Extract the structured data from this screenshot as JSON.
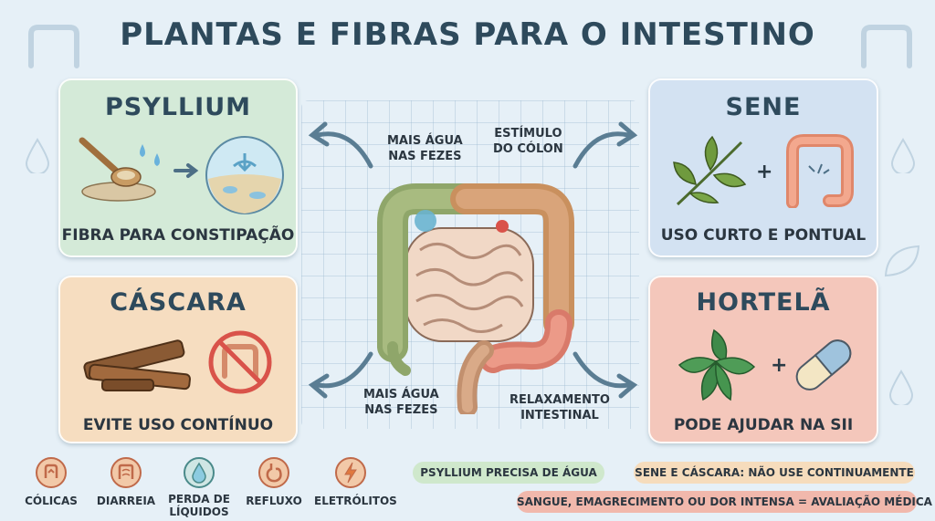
{
  "title": "PLANTAS E FIBRAS PARA O INTESTINO",
  "cards": {
    "psyllium": {
      "title": "PSYLLIUM",
      "subtitle": "FIBRA PARA CONSTIPAÇÃO",
      "color": "#d4ead8"
    },
    "cascara": {
      "title": "CÁSCARA",
      "subtitle": "EVITE USO CONTÍNUO",
      "color": "#f6ddc0"
    },
    "sene": {
      "title": "SENE",
      "subtitle": "USO CURTO E PONTUAL",
      "color": "#d3e2f2"
    },
    "hortela": {
      "title": "HORTELÃ",
      "subtitle": "PODE AJUDAR NA SII",
      "color": "#f4c7bb"
    }
  },
  "diagram_labels": {
    "top_left": [
      "MAIS ÁGUA",
      "NAS FEZES"
    ],
    "top_right": [
      "ESTÍMULO",
      "DO CÓLON"
    ],
    "bottom_left": [
      "MAIS ÁGUA",
      "NAS FEZES"
    ],
    "bottom_right": [
      "RELAXAMENTO",
      "INTESTINAL"
    ]
  },
  "symptoms": [
    {
      "label": "CÓLICAS",
      "icon": "cramp-icon",
      "color": "#f2c9a8"
    },
    {
      "label": "DIARREIA",
      "icon": "intestine-icon",
      "color": "#f2c9a8"
    },
    {
      "label_line1": "PERDA DE",
      "label_line2": "LÍQUIDOS",
      "icon": "water-drop-icon",
      "color": "#cfe6e4"
    },
    {
      "label": "REFLUXO",
      "icon": "stomach-icon",
      "color": "#f2c9a8"
    },
    {
      "label": "ELETRÓLITOS",
      "icon": "lightning-icon",
      "color": "#f2c9a8"
    }
  ],
  "notes": {
    "psyllium": "PSYLLIUM PRECISA DE ÁGUA",
    "sene": "SENE E CÁSCARA: NÃO USE CONTINUAMENTE",
    "sangue": "SANGUE, EMAGRECIMENTO OU DOR INTENSA = AVALIAÇÃO MÉDICA"
  }
}
